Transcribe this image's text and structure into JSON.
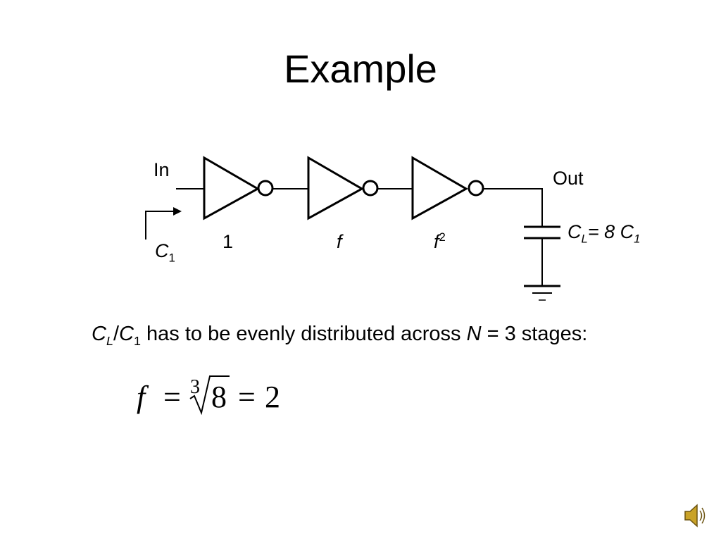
{
  "slide": {
    "title": "Example"
  },
  "circuit": {
    "input_label": "In",
    "output_label": "Out",
    "input_cap_symbol": "C",
    "input_cap_sub": "1",
    "stage_sizes": [
      {
        "text": "1",
        "italic": false,
        "sup": ""
      },
      {
        "text": "f",
        "italic": true,
        "sup": ""
      },
      {
        "text": "f",
        "italic": true,
        "sup": "2"
      }
    ],
    "load_label": {
      "symbol": "C",
      "sub": "L",
      "equals": "= 8 ",
      "ref_symbol": "C",
      "ref_sub": "1"
    }
  },
  "statement": {
    "num_symbol": "C",
    "num_sub": "L",
    "slash": "/",
    "den_symbol": "C",
    "den_sub": "1",
    "text": " has to be evenly distributed across ",
    "n_symbol": "N",
    "rest": " = 3 stages:"
  },
  "formula": {
    "lhs": "f",
    "eq1": "=",
    "root_index": "3",
    "radicand": "8",
    "eq2": "=",
    "result": "2"
  },
  "colors": {
    "ink": "#000000",
    "speaker_body": "#c9a227",
    "speaker_outline": "#6b5310"
  },
  "icons": {
    "speaker": "speaker-icon"
  }
}
